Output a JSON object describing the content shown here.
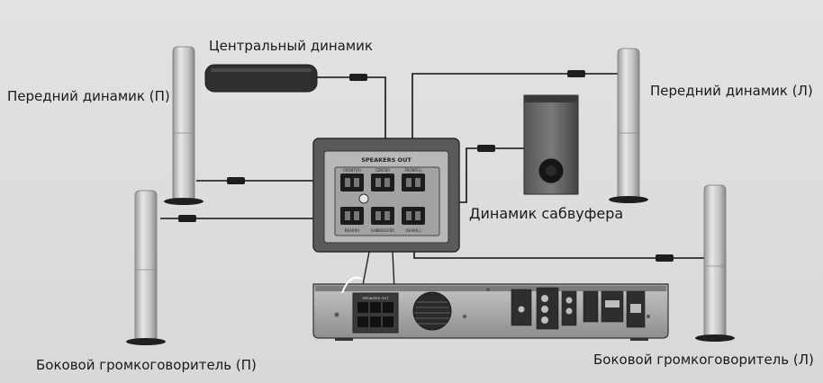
{
  "labels": {
    "center": "Центральный динамик",
    "front_right": "Передний динамик (П)",
    "front_left": "Передний динамик (Л)",
    "subwoofer": "Динамик сабвуфера",
    "side_right": "Боковой громкоговоритель (П)",
    "side_left": "Боковой громкоговоритель (Л)"
  },
  "panel": {
    "title": "SPEAKERS OUT",
    "top_terminals": [
      "FRONT(R)",
      "CENTER",
      "FRONT(L)"
    ],
    "bottom_terminals": [
      "REAR(R)",
      "SUBWOOFER",
      "REAR(L)"
    ]
  },
  "receiver": {
    "port_label": "SPEAKERS OUT"
  },
  "colors": {
    "background": "#dcdcdc",
    "speaker_body": "#c8c8c8",
    "wire": "#111111",
    "device_dark": "#2b2b2b"
  }
}
